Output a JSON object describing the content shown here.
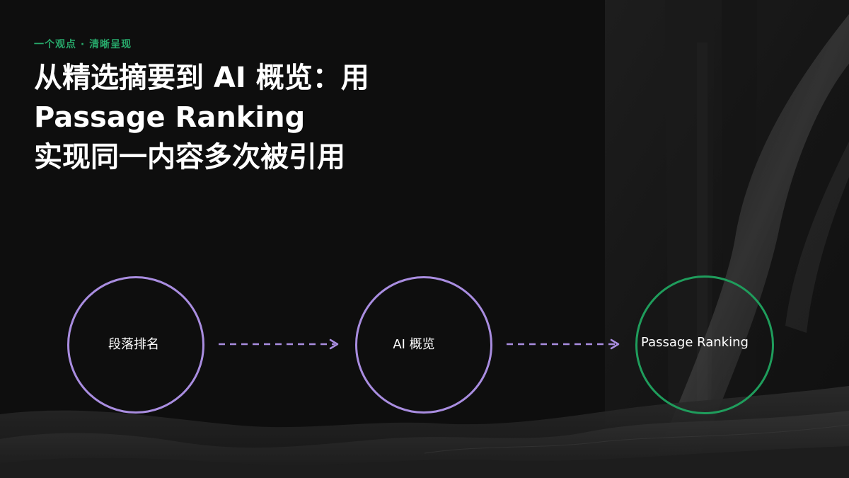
{
  "kicker": "一个观点 · 清晰呈现",
  "title": {
    "line1": "从精选摘要到 AI 概览：用",
    "line2": "Passage Ranking",
    "line3": "实现同一内容多次被引用"
  },
  "diagram": {
    "nodes": [
      {
        "label": "段落排名",
        "color": "#a98de0"
      },
      {
        "label": "AI 概览",
        "color": "#a98de0"
      },
      {
        "label": "Passage Ranking",
        "color": "#1f9d5c"
      }
    ],
    "arrow_color": "#a98de0"
  },
  "theme": {
    "background": "#0e0e0e",
    "accent_green": "#27a86a",
    "accent_purple": "#a98de0"
  }
}
